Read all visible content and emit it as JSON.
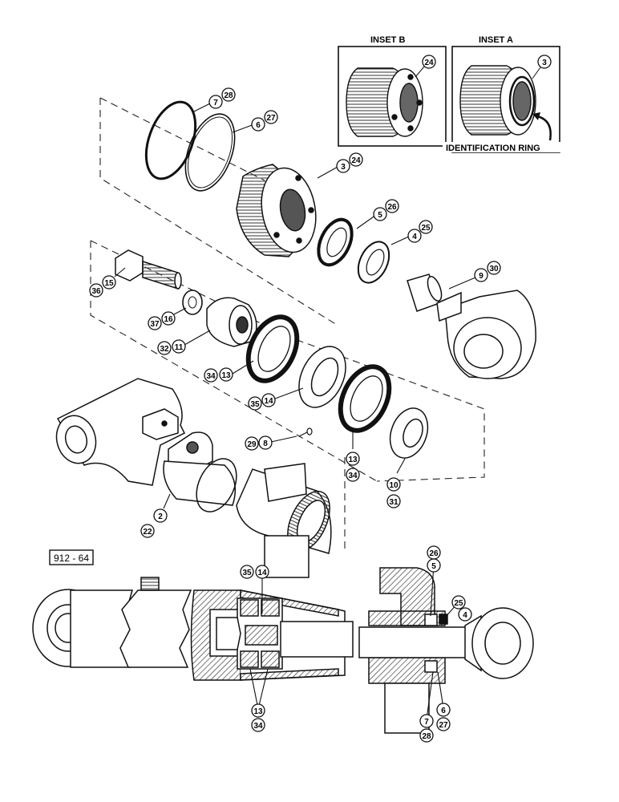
{
  "insets": [
    {
      "title": "INSET B",
      "callouts": [
        "24"
      ]
    },
    {
      "title": "INSET A",
      "callouts": [
        "3"
      ],
      "note": "IDENTIFICATION RING"
    }
  ],
  "figure_number": "912 - 64",
  "exploded_callouts": {
    "c7": "7",
    "c28a": "28",
    "c6": "6",
    "c27a": "27",
    "c3": "3",
    "c24": "24",
    "c5": "5",
    "c26": "26",
    "c4": "4",
    "c25": "25",
    "c9": "9",
    "c30": "30",
    "c15": "15",
    "c36": "36",
    "c16": "16",
    "c37": "37",
    "c11": "11",
    "c32": "32",
    "c13a": "13",
    "c34a": "34",
    "c14": "14",
    "c35": "35",
    "c8": "8",
    "c29": "29",
    "c13b": "13",
    "c34b": "34",
    "c10": "10",
    "c31": "31",
    "c2": "2",
    "c22": "22"
  },
  "section_callouts": {
    "s35": "35",
    "s14": "14",
    "s26": "26",
    "s5": "5",
    "s25": "25",
    "s4": "4",
    "s13": "13",
    "s34": "34",
    "s6": "6",
    "s27": "27",
    "s7": "7",
    "s28": "28"
  }
}
